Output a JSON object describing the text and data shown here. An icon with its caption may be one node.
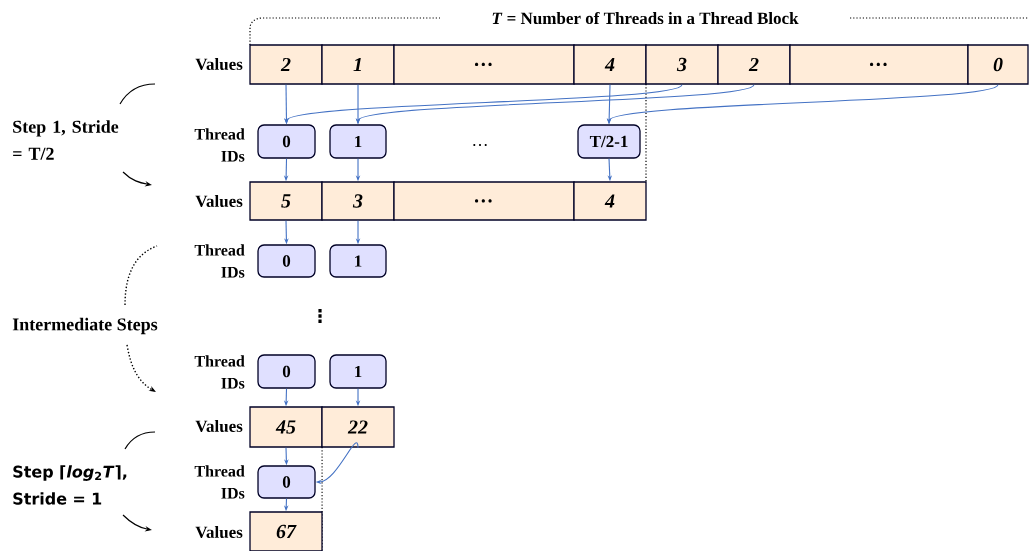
{
  "diagram": {
    "title": "*T* = Number of Threads in a Thread Block",
    "nodes": [
      {
        "text": [
          "2"
        ]
      },
      {
        "text": [
          "1"
        ]
      },
      {
        "text": [
          "…"
        ]
      },
      {
        "text": [
          "4"
        ]
      },
      {
        "text": [
          "3"
        ]
      },
      {
        "text": [
          "2"
        ]
      },
      {
        "text": [
          "…"
        ]
      },
      {
        "text": [
          "0"
        ]
      },
      {
        "text": [
          "0"
        ]
      },
      {
        "text": [
          "1"
        ]
      },
      {
        "text": [
          "T/2-1"
        ]
      },
      {
        "text": [
          "5"
        ]
      },
      {
        "text": [
          "3"
        ]
      },
      {
        "text": [
          "…"
        ]
      },
      {
        "text": [
          "4"
        ]
      },
      {
        "text": [
          "0"
        ]
      },
      {
        "text": [
          "1"
        ]
      },
      {
        "text": [
          "0"
        ]
      },
      {
        "text": [
          "1"
        ]
      },
      {
        "text": [
          "45"
        ]
      },
      {
        "text": [
          "22"
        ]
      },
      {
        "text": [
          "0"
        ]
      },
      {
        "text": [
          "67"
        ]
      }
    ],
    "edges": [
      {
        "from": 0,
        "to": 8,
        "arrow": "to"
      },
      {
        "from": 1,
        "to": 9,
        "arrow": "to"
      },
      {
        "from": 3,
        "to": 10,
        "arrow": "to"
      },
      {
        "from": 4,
        "to": 8,
        "arrow": "to"
      },
      {
        "from": 5,
        "to": 9,
        "arrow": "to"
      },
      {
        "from": 7,
        "to": 10,
        "arrow": "to"
      },
      {
        "from": 8,
        "to": 11,
        "arrow": "to"
      },
      {
        "from": 9,
        "to": 12,
        "arrow": "to"
      },
      {
        "from": 10,
        "to": 14,
        "arrow": "to"
      },
      {
        "from": 11,
        "to": 15,
        "arrow": "to"
      },
      {
        "from": 12,
        "to": 16,
        "arrow": "to"
      },
      {
        "from": 17,
        "to": 19,
        "arrow": "to"
      },
      {
        "from": 18,
        "to": 20,
        "arrow": "to"
      },
      {
        "from": 19,
        "to": 21,
        "arrow": "to"
      },
      {
        "from": 20,
        "to": 21,
        "arrow": "to"
      },
      {
        "from": 21,
        "to": 22,
        "arrow": "to"
      }
    ],
    "labels": [
      "Values",
      "Step 1, Stride = T/2",
      "Thread IDs",
      "…",
      "Values",
      "Thread IDs",
      "⋮",
      "Intermediate Steps",
      "Thread IDs",
      "Values",
      "Step ⌈*log*$_{2}$*T*⌉, Stride = 1",
      "Thread IDs",
      "Values"
    ]
  }
}
